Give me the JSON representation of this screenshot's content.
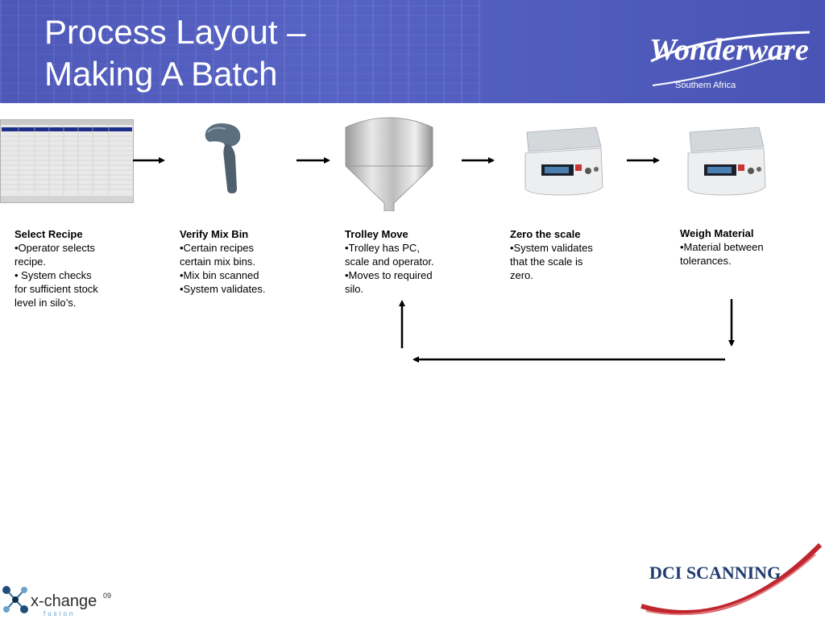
{
  "header": {
    "title_line1": "Process Layout –",
    "title_line2": "Making A Batch",
    "logo_main": "Wonderware",
    "logo_sub": "Southern Africa"
  },
  "steps": [
    {
      "title": "Select Recipe",
      "lines": [
        "•Operator selects",
        "recipe.",
        "• System checks",
        "for sufficient stock",
        "level in silo’s."
      ]
    },
    {
      "title": "Verify Mix Bin",
      "lines": [
        "•Certain recipes",
        "certain mix bins.",
        "•Mix bin scanned",
        "•System validates."
      ]
    },
    {
      "title": "Trolley Move",
      "lines": [
        "•Trolley has PC,",
        "scale and operator.",
        "•Moves to required",
        "silo."
      ]
    },
    {
      "title": "Zero the scale",
      "lines": [
        "•System validates",
        "that the scale is",
        "zero."
      ]
    },
    {
      "title": "Weigh Material",
      "lines": [
        "•Material between",
        "tolerances."
      ]
    }
  ],
  "footer": {
    "dci_logo": "DCI SCANNING",
    "xchange_logo": "x-change",
    "xchange_sup": "09",
    "xchange_sub": "fusion"
  },
  "colors": {
    "header_bg": "#5260c0",
    "header_text": "#ffffff",
    "dci_text": "#1f3a6e",
    "dci_swoosh": "#c0262d"
  }
}
